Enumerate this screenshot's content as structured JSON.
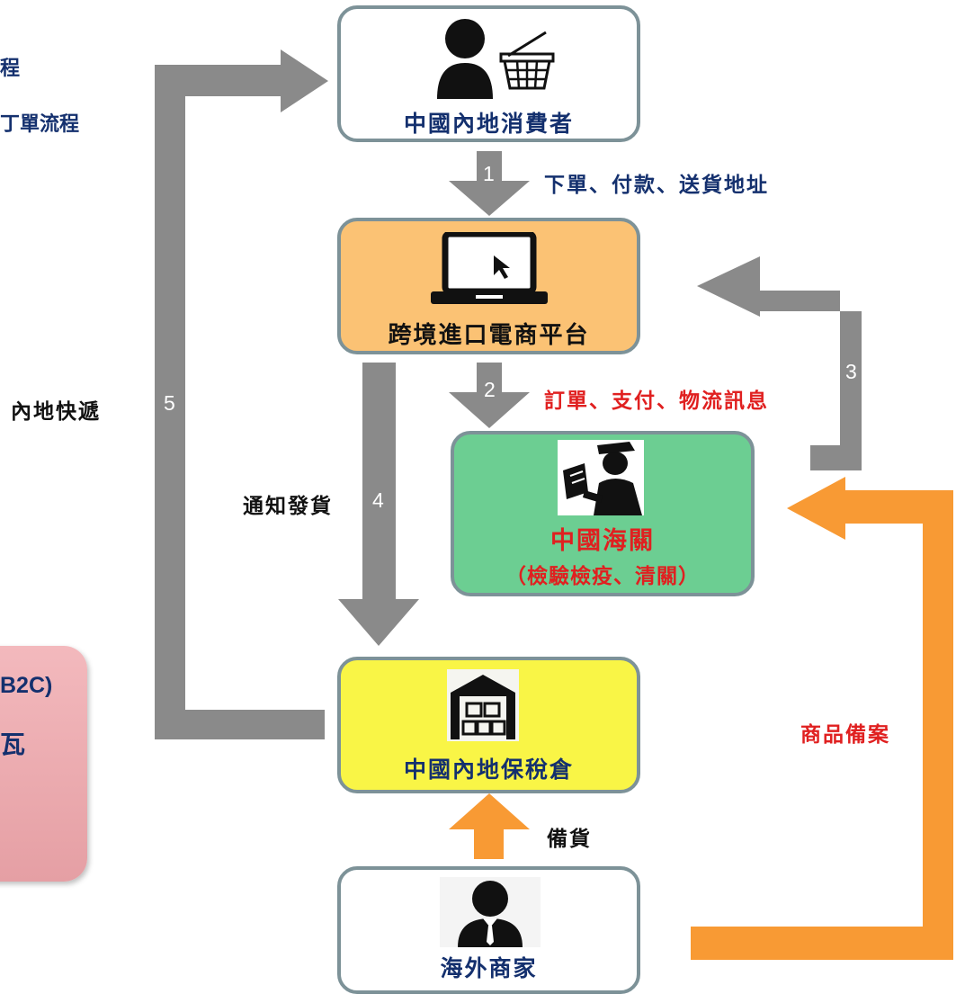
{
  "nodes": {
    "consumer": {
      "label": "中國內地消費者",
      "bg": "#ffffff"
    },
    "platform": {
      "label": "跨境進口電商平台",
      "bg": "#fbc274"
    },
    "customs": {
      "label": "中國海關",
      "sublabel": "（檢驗檢疫、清關）",
      "bg": "#6cce92"
    },
    "warehouse": {
      "label": "中國內地保稅倉",
      "bg": "#f9f546"
    },
    "merchant": {
      "label": "海外商家",
      "bg": "#ffffff"
    }
  },
  "steps": {
    "s1": {
      "num": "1",
      "text": "下單、付款、送貨地址"
    },
    "s2": {
      "num": "2",
      "text": "訂單、支付、物流訊息"
    },
    "s3": {
      "num": "3"
    },
    "s4": {
      "num": "4",
      "text": "通知發貨"
    },
    "s5": {
      "num": "5",
      "text": "內地快遞"
    }
  },
  "extra_labels": {
    "stock": "備貨",
    "filing": "商品備案"
  },
  "side_panel": {
    "code": "B2C)",
    "glyph": "瓦"
  },
  "cropped_left": {
    "line1": "程",
    "line2": "丁單流程"
  },
  "colors": {
    "arrow_gray": "#8a8a8a",
    "arrow_orange": "#f89a34",
    "node_border": "#7d9298",
    "navy_text": "#14306e",
    "red_text": "#e02020"
  },
  "icons": [
    "person-icon",
    "shopping-basket-icon",
    "laptop-icon",
    "customs-officer-icon",
    "warehouse-icon",
    "businessman-icon"
  ]
}
